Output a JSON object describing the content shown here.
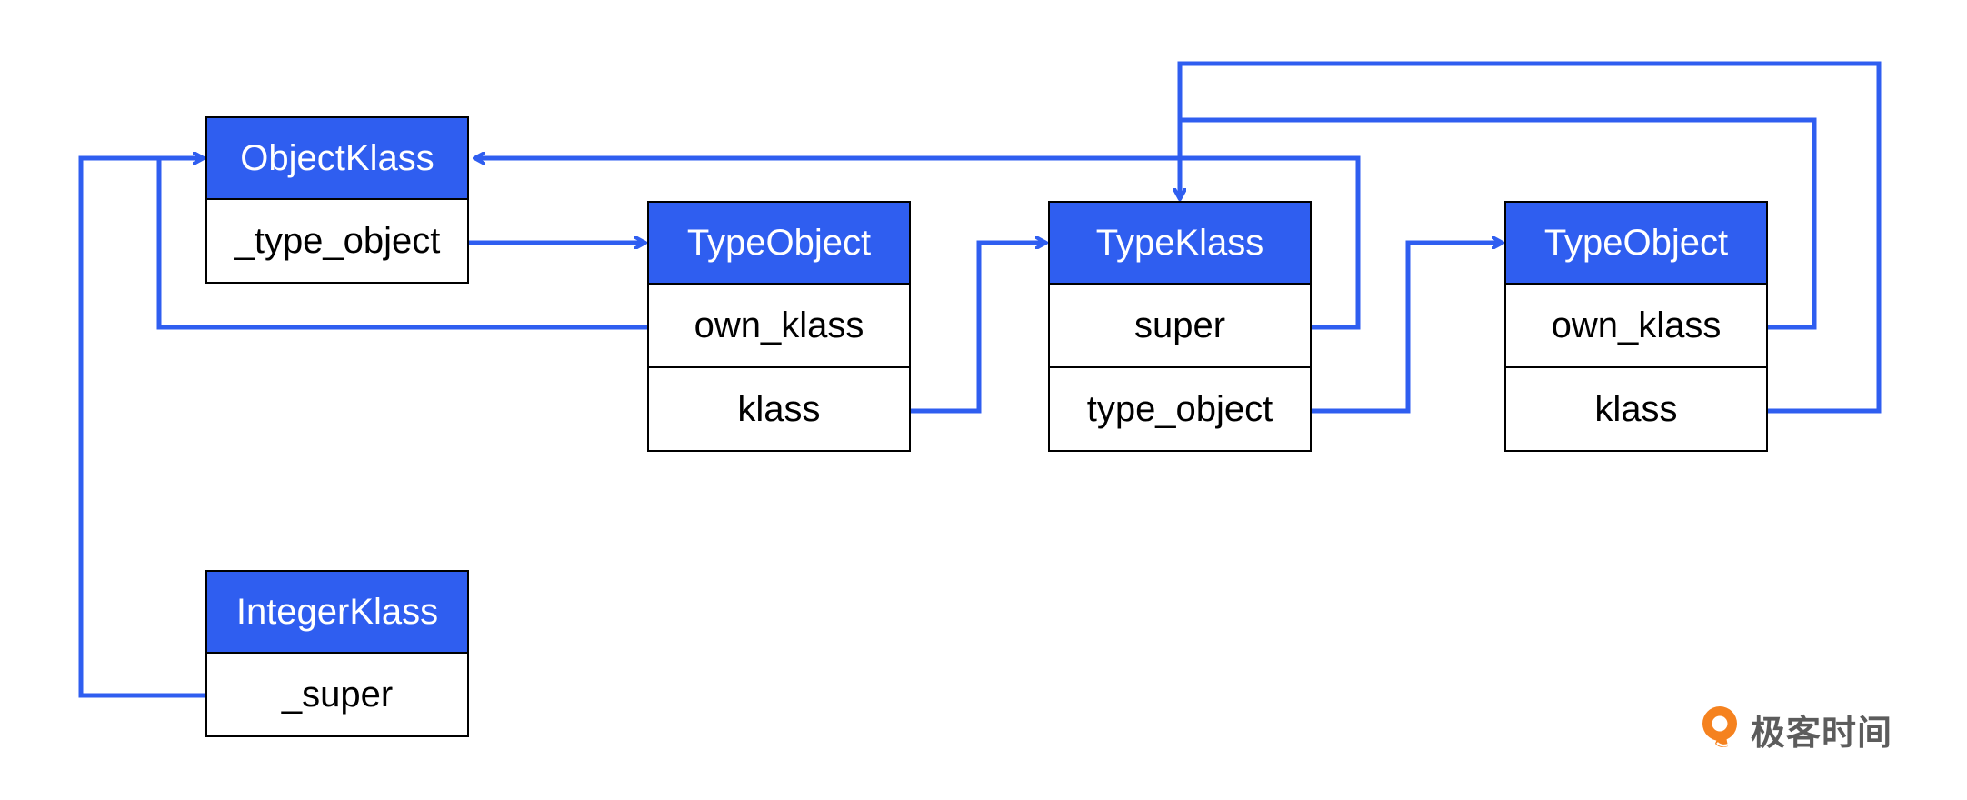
{
  "colors": {
    "header_fill": "#2f5ef0",
    "arrow": "#2f5ef0",
    "border": "#000000"
  },
  "boxes": {
    "object_klass": {
      "title": "ObjectKlass",
      "fields": [
        "_type_object"
      ]
    },
    "type_object_1": {
      "title": "TypeObject",
      "fields": [
        "own_klass",
        "klass"
      ]
    },
    "type_klass": {
      "title": "TypeKlass",
      "fields": [
        "super",
        "type_object"
      ]
    },
    "type_object_2": {
      "title": "TypeObject",
      "fields": [
        "own_klass",
        "klass"
      ]
    },
    "integer_klass": {
      "title": "IntegerKlass",
      "fields": [
        "_super"
      ]
    }
  },
  "logo": {
    "icon": "geek-time-logo-icon",
    "text": "极客时间"
  }
}
